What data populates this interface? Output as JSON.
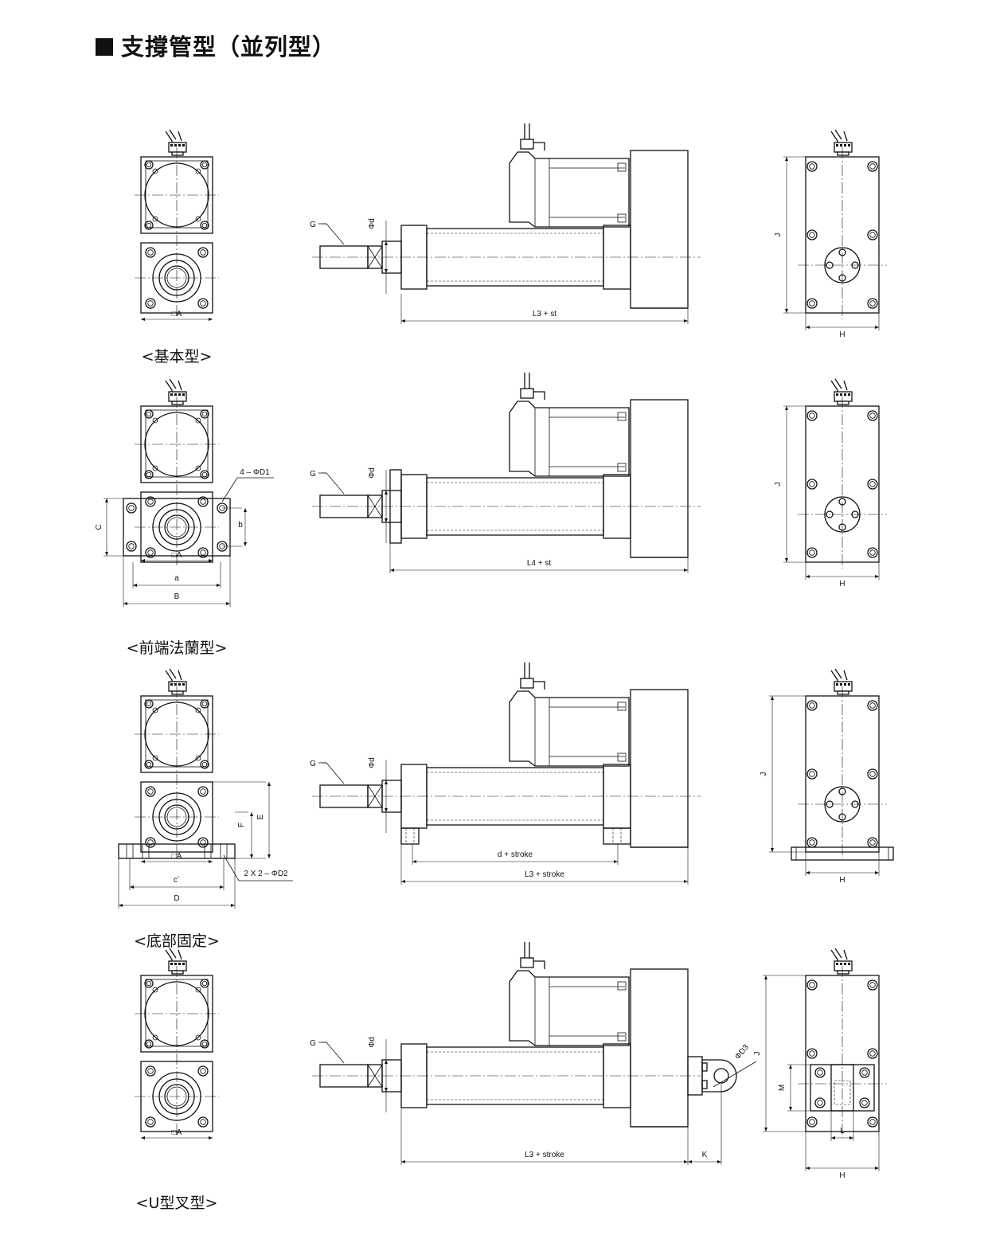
{
  "title": "支撐管型（並列型）",
  "icons": {
    "title_marker": "black-square-icon",
    "cable": "cable-connector-icon",
    "bolt": "bolt-hole-icon"
  },
  "rows": [
    {
      "id": "basic",
      "caption": "<基本型>",
      "front_label_A": "□A",
      "side_label_G": "G",
      "side_label_d": "Φd",
      "side_length": "L3 + st",
      "end_label_J": "J",
      "end_label_H": "H"
    },
    {
      "id": "front-flange",
      "caption": "<前端法蘭型>",
      "front_label_A": "□A",
      "front_label_holes": "4 – ΦD1",
      "front_label_C": "C",
      "front_label_b": "b",
      "front_label_a": "a",
      "front_label_B": "B",
      "side_label_G": "G",
      "side_label_d": "Φd",
      "side_length": "L4 + st",
      "end_label_J": "J",
      "end_label_H": "H"
    },
    {
      "id": "bottom-fixed",
      "caption": "<底部固定>",
      "front_label_A": "□A",
      "front_label_E": "E",
      "front_label_F": "F",
      "front_label_c": "c`",
      "front_label_D": "D",
      "front_label_holes": "2 X 2 – ΦD2",
      "side_label_G": "G",
      "side_label_d": "Φd",
      "side_length_inner": "d + stroke",
      "side_length": "L3 + stroke",
      "end_label_J": "J",
      "end_label_H": "H"
    },
    {
      "id": "clevis",
      "caption": "<U型叉型>",
      "front_label_A": "□A",
      "side_label_G": "G",
      "side_label_d": "Φd",
      "side_label_D3": "ΦD3",
      "side_length": "L3 + stroke",
      "side_label_K": "K",
      "end_label_J": "J",
      "end_label_M": "M",
      "end_label_L": "L",
      "end_label_H": "H"
    }
  ]
}
